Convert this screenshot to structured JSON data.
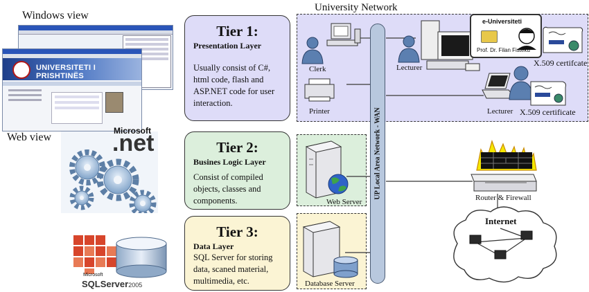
{
  "left_panel": {
    "windows_view_label": "Windows view",
    "web_view_label": "Web view",
    "univ_banner": "UNIVERSITETI I PRISHTINËS",
    "microsoft_label": "Microsoft",
    "net_label": ".net",
    "sql_microsoft": "Microsoft",
    "sql_label": "SQLServer",
    "sql_version": "2005"
  },
  "tiers": [
    {
      "title": "Tier 1:",
      "subtitle": "Presentation Layer",
      "description": "Usually consist of C#, html code, flash and ASP.NET code for user interaction."
    },
    {
      "title": "Tier 2:",
      "subtitle": "Busines Logic Layer",
      "description": "Consist of compiled objects, classes and components."
    },
    {
      "title": "Tier 3:",
      "subtitle": "Data Layer",
      "description": "SQL Server for storing data, scaned material, multimedia, etc."
    }
  ],
  "network": {
    "title": "University Network",
    "backbone_label": "UP Local Area Network - WAN",
    "clerk": "Clerk",
    "lecturer_1": "Lecturer",
    "lecturer_2": "Lecturer",
    "printer": "Printer",
    "certificate_1": "X.509 certifcate",
    "certificate_2": "X.509 certificate",
    "card_title": "e-Universiteti",
    "card_name": "Prof. Dr. Filan Fisteku",
    "web_server": "Web Server",
    "database_server": "Database Server",
    "router": "Router & Firewall",
    "internet": "Internet"
  },
  "colors": {
    "tier1_fill": "#dedcf8",
    "tier2_fill": "#dcefdc",
    "tier3_fill": "#fbf4d4",
    "network_fill": "#dedcf8",
    "backbone": "#b8c8de",
    "flame": "#f5e800"
  }
}
